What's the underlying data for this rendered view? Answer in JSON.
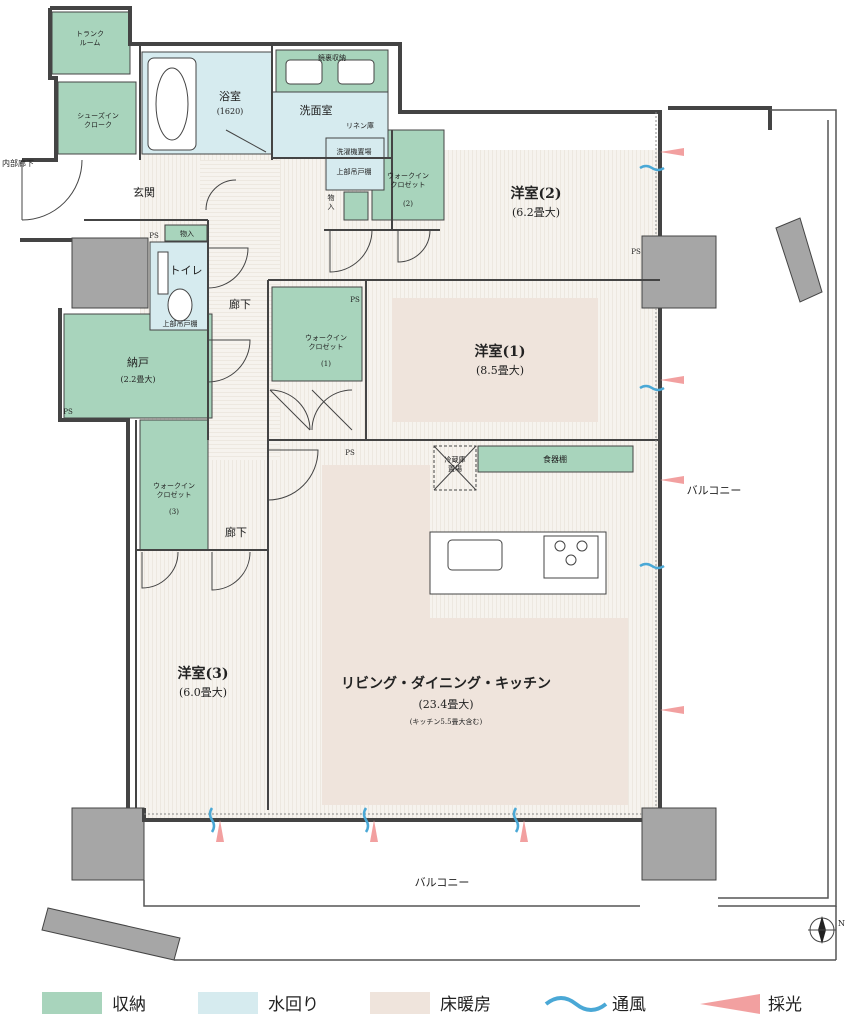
{
  "colors": {
    "storage": "#a8d4bc",
    "water": "#d6ebef",
    "floor_heating": "#efe4dc",
    "wind": "#4aa8d6",
    "light": "#f2a0a0",
    "pillar": "#a6a6a6",
    "wall": "#444444"
  },
  "rooms": {
    "trunk_room": "トランク\nルーム",
    "shoes_closet": "シューズイン\nクローク",
    "inner_corridor": "内部廊下",
    "entrance": "玄関",
    "bath_name": "浴室",
    "bath_size": "(1620)",
    "mirror_storage": "鏡裏収納",
    "washroom": "洗面室",
    "linen": "リネン庫",
    "washer": "洗濯機置場",
    "upper_cabinet_1": "上部吊戸棚",
    "storage_small_1": "物\n入",
    "wic2_name": "ウォークイン\nクロゼット",
    "wic2_num": "(2)",
    "room2_name": "洋室(2)",
    "room2_size": "(6.2畳大)",
    "ps_1": "PS",
    "storage_small_2": "物入",
    "toilet": "トイレ",
    "upper_cabinet_2": "上部吊戸棚",
    "corridor_1": "廊下",
    "wic1_name": "ウォークイン\nクロゼット",
    "wic1_num": "(1)",
    "ps_2": "PS",
    "room1_name": "洋室(1)",
    "room1_size": "(8.5畳大)",
    "nando_name": "納戸",
    "nando_size": "(2.2畳大)",
    "ps_3": "PS",
    "ps_4": "PS",
    "ps_5": "PS",
    "fridge": "冷蔵庫\n置場",
    "cupboard": "食器棚",
    "wic3_name": "ウォークイン\nクロゼット",
    "wic3_num": "(3)",
    "corridor_2": "廊下",
    "balcony_east": "バルコニー",
    "room3_name": "洋室(3)",
    "room3_size": "(6.0畳大)",
    "ldk_name": "リビング・ダイニング・キッチン",
    "ldk_size": "(23.4畳大)",
    "ldk_note": "(キッチン5.5畳大含む)",
    "balcony_south": "バルコニー",
    "compass_label": "N"
  },
  "legend": {
    "storage": "収納",
    "water": "水回り",
    "floor_heating": "床暖房",
    "wind": "通風",
    "light": "採光"
  }
}
